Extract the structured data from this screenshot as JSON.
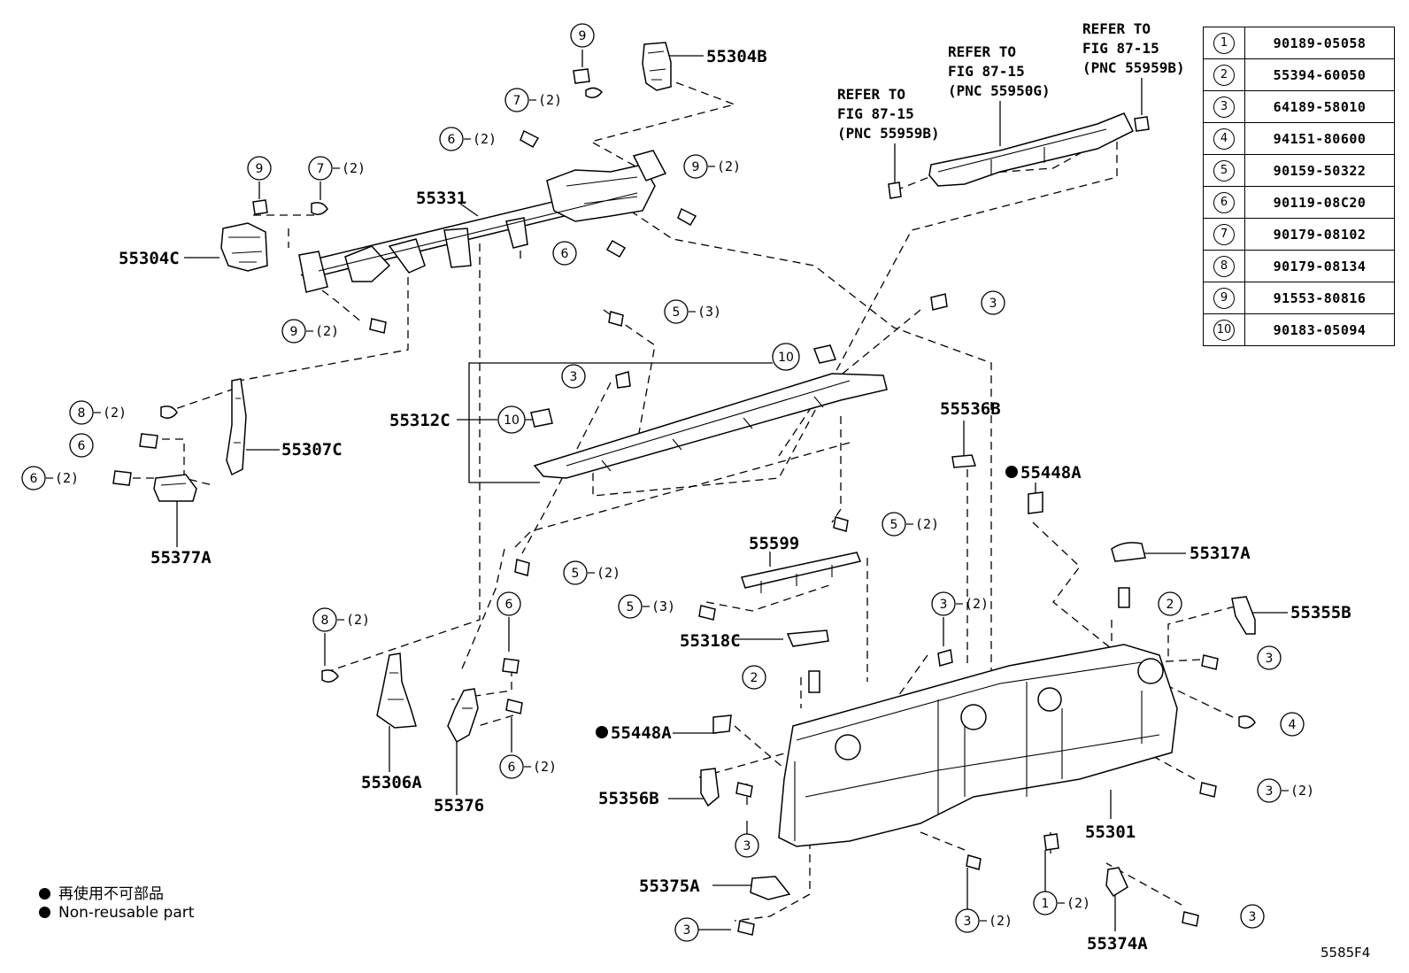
{
  "legend": {
    "rows": [
      {
        "num": "1",
        "part": "90189-05058"
      },
      {
        "num": "2",
        "part": "55394-60050"
      },
      {
        "num": "3",
        "part": "64189-58010"
      },
      {
        "num": "4",
        "part": "94151-80600"
      },
      {
        "num": "5",
        "part": "90159-50322"
      },
      {
        "num": "6",
        "part": "90119-08C20"
      },
      {
        "num": "7",
        "part": "90179-08102"
      },
      {
        "num": "8",
        "part": "90179-08134"
      },
      {
        "num": "9",
        "part": "91553-80816"
      },
      {
        "num": "10",
        "part": "90183-05094"
      }
    ]
  },
  "part_labels": {
    "p55304B": "55304B",
    "p55304C": "55304C",
    "p55331": "55331",
    "p55307C": "55307C",
    "p55377A": "55377A",
    "p55312C": "55312C",
    "p55536B": "55536B",
    "p55448A_right": "55448A",
    "p55448A_left": "55448A",
    "p55317A": "55317A",
    "p55355B": "55355B",
    "p55599": "55599",
    "p55318C": "55318C",
    "p55356B": "55356B",
    "p55306A": "55306A",
    "p55376": "55376",
    "p55301": "55301",
    "p55375A": "55375A",
    "p55374A": "55374A"
  },
  "refers": {
    "refer1": {
      "l1": "REFER TO",
      "l2": "FIG 87-15",
      "l3": "(PNC 55959B)"
    },
    "refer2": {
      "l1": "REFER TO",
      "l2": "FIG 87-15",
      "l3": "(PNC 55950G)"
    },
    "refer3": {
      "l1": "REFER TO",
      "l2": "FIG 87-15",
      "l3": "(PNC 55959B)"
    }
  },
  "callouts": {
    "c9_top": {
      "n": "9",
      "q": ""
    },
    "c7_top": {
      "n": "7",
      "q": "(2)"
    },
    "c6_a": {
      "n": "6",
      "q": "(2)"
    },
    "c9_b": {
      "n": "9",
      "q": "(2)"
    },
    "c9_c": {
      "n": "9",
      "q": ""
    },
    "c7_b": {
      "n": "7",
      "q": "(2)"
    },
    "c6_b": {
      "n": "6",
      "q": ""
    },
    "c9_d": {
      "n": "9",
      "q": "(2)"
    },
    "c5_a": {
      "n": "5",
      "q": "(3)"
    },
    "c3_a": {
      "n": "3",
      "q": ""
    },
    "c10_a": {
      "n": "10",
      "q": ""
    },
    "c10_b": {
      "n": "10",
      "q": ""
    },
    "c3_b": {
      "n": "3",
      "q": ""
    },
    "c8_a": {
      "n": "8",
      "q": "(2)"
    },
    "c6_c": {
      "n": "6",
      "q": ""
    },
    "c6_d": {
      "n": "6",
      "q": "(2)"
    },
    "c5_b": {
      "n": "5",
      "q": "(2)"
    },
    "c5_c": {
      "n": "5",
      "q": "(2)"
    },
    "c5_d": {
      "n": "5",
      "q": "(3)"
    },
    "c8_b": {
      "n": "8",
      "q": "(2)"
    },
    "c6_e": {
      "n": "6",
      "q": ""
    },
    "c6_f": {
      "n": "6",
      "q": "(2)"
    },
    "c3_c": {
      "n": "3",
      "q": "(2)"
    },
    "c2_a": {
      "n": "2",
      "q": ""
    },
    "c2_b": {
      "n": "2",
      "q": ""
    },
    "c3_d": {
      "n": "3",
      "q": ""
    },
    "c4_a": {
      "n": "4",
      "q": ""
    },
    "c3_e": {
      "n": "3",
      "q": "(2)"
    },
    "c3_f": {
      "n": "3",
      "q": ""
    },
    "c1_a": {
      "n": "1",
      "q": "(2)"
    },
    "c3_g": {
      "n": "3",
      "q": "(2)"
    },
    "c3_h": {
      "n": "3",
      "q": ""
    },
    "c3_i": {
      "n": "3",
      "q": ""
    }
  },
  "note": {
    "line1": "再使用不可部品",
    "line2": "Non-reusable part"
  },
  "figure_code": "5585F4"
}
